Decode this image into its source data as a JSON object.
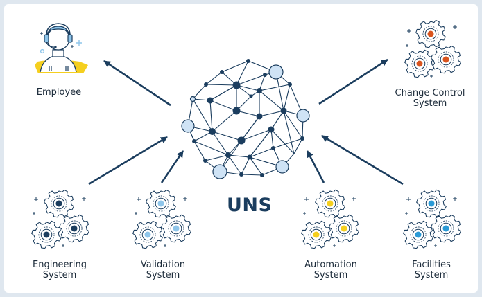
{
  "hub": {
    "label": "UNS"
  },
  "nodes": {
    "employee": {
      "label": "Employee"
    },
    "change_control": {
      "label_line1": "Change Control",
      "label_line2": "System"
    },
    "engineering": {
      "label_line1": "Engineering",
      "label_line2": "System"
    },
    "validation": {
      "label_line1": "Validation",
      "label_line2": "System"
    },
    "automation": {
      "label_line1": "Automation",
      "label_line2": "System"
    },
    "facilities": {
      "label_line1": "Facilities",
      "label_line2": "System"
    }
  },
  "colors": {
    "navy": "#1b3d5e",
    "light_blue_node": "#cfe3f5",
    "change_control_accent": "#d9541e",
    "engineering_accent": "#1b3d5e",
    "validation_accent": "#8ec5ea",
    "automation_accent": "#f5cf1f",
    "facilities_accent": "#2a9ad6",
    "employee_accent": "#f5cf1f"
  },
  "icons": [
    "headset-person-icon",
    "gears-icon",
    "globe-network-icon"
  ]
}
